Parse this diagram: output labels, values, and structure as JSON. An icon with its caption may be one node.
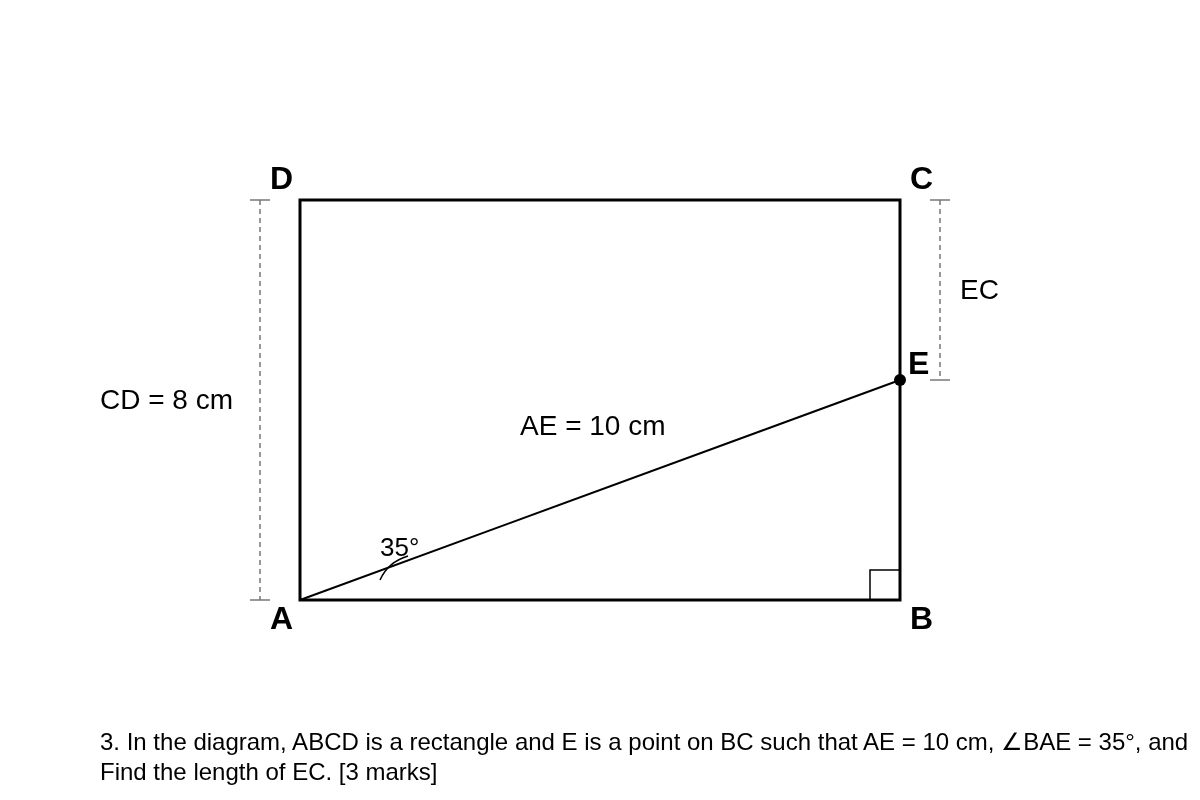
{
  "diagram": {
    "caption": "3. In the diagram, ABCD is a rectangle and E is a point on BC such that AE = 10 cm, ∠BAE = 35°, and",
    "labels": [
      "D",
      "C",
      "EC",
      "E",
      "CD = 8 cm",
      "AE = 10 cm",
      "35°",
      "A",
      "B",
      "Find the length of EC. [3 marks]"
    ]
  }
}
